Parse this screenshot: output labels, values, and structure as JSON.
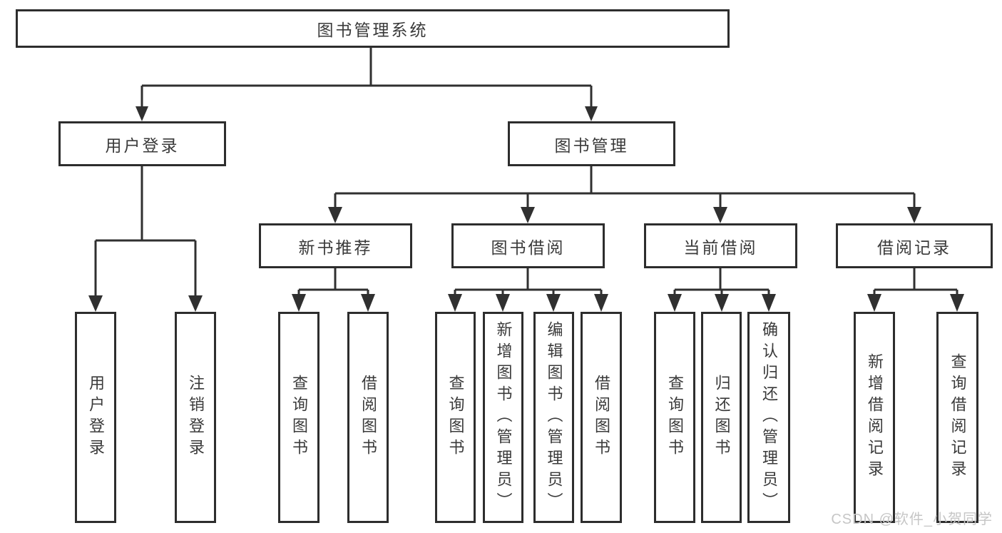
{
  "colors": {
    "line": "#303030",
    "border": "#2d2d2d",
    "text": "#3a3a3a",
    "watermark": "#c6c6c6",
    "background": "#ffffff"
  },
  "watermark": {
    "text": "CSDN @软件_小贺同学"
  },
  "tree": {
    "root": {
      "label": "图书管理系统",
      "children": [
        {
          "label": "用户登录",
          "children": [
            {
              "label": "用户登录"
            },
            {
              "label": "注销登录"
            }
          ]
        },
        {
          "label": "图书管理",
          "children": [
            {
              "label": "新书推荐",
              "children": [
                {
                  "label": "查询图书"
                },
                {
                  "label": "借阅图书"
                }
              ]
            },
            {
              "label": "图书借阅",
              "children": [
                {
                  "label": "查询图书"
                },
                {
                  "label": "新增图书（管理员）"
                },
                {
                  "label": "编辑图书（管理员）"
                },
                {
                  "label": "借阅图书"
                }
              ]
            },
            {
              "label": "当前借阅",
              "children": [
                {
                  "label": "查询图书"
                },
                {
                  "label": "归还图书"
                },
                {
                  "label": "确认归还（管理员）"
                }
              ]
            },
            {
              "label": "借阅记录",
              "children": [
                {
                  "label": "新增借阅记录"
                },
                {
                  "label": "查询借阅记录"
                }
              ]
            }
          ]
        }
      ]
    }
  }
}
